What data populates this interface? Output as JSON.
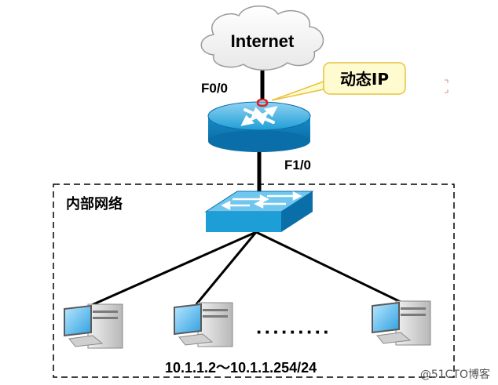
{
  "cloud": {
    "label": "Internet"
  },
  "router": {
    "interface_top": "F0/0",
    "interface_bottom": "F1/0"
  },
  "callout": {
    "text": "动态IP"
  },
  "lan": {
    "label": "内部网络"
  },
  "hosts": {
    "range_label": "10.1.1.2～10.1.1.254/24",
    "ellipsis": "·········"
  },
  "watermark": {
    "text": "@51CTO博客"
  },
  "colors": {
    "device_blue": "#1e9ed6",
    "device_dark": "#0a6ea8",
    "callout_fill": "#fffbd1",
    "callout_border": "#e8c23a",
    "highlight_red": "#e02020"
  },
  "icons": [
    "cloud-icon",
    "router-icon",
    "switch-icon",
    "computer-icon"
  ]
}
